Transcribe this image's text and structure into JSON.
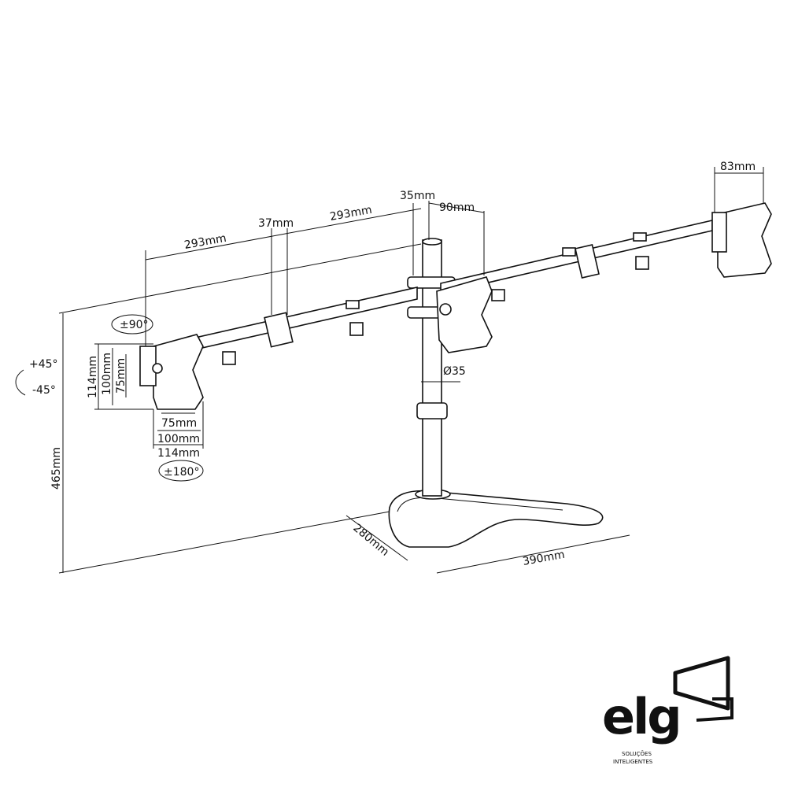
{
  "dimensions": {
    "plate_right_width": "83mm",
    "pole_offset": "35mm",
    "center_plate_offset": "90mm",
    "arm_left_length": "293mm",
    "arm_joint": "37mm",
    "arm_right_length": "293mm",
    "swivel": "±90°",
    "tilt_up": "+45°",
    "tilt_down": "-45°",
    "vesa_v_114": "114mm",
    "vesa_v_100": "100mm",
    "vesa_v_75": "75mm",
    "vesa_h_75": "75mm",
    "vesa_h_100": "100mm",
    "vesa_h_114": "114mm",
    "rotation": "±180°",
    "pole_diameter": "Ø35",
    "height": "465mm",
    "base_depth": "280mm",
    "base_width": "390mm"
  },
  "logo": {
    "wordmark": "elg",
    "tagline_1": "SOLUÇÕES",
    "tagline_2": "INTELIGENTES"
  }
}
